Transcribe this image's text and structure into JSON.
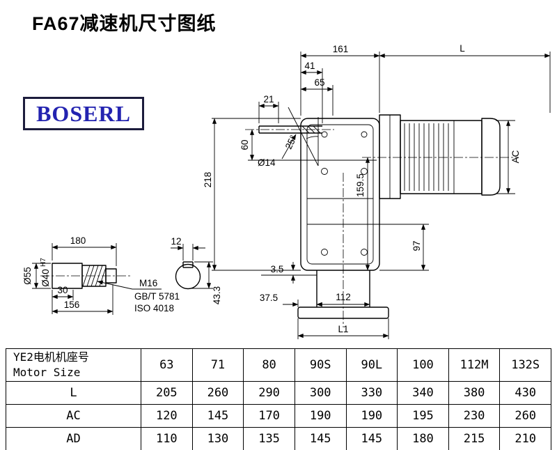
{
  "page": {
    "title": "FA67减速机尺寸图纸",
    "logo": "BOSERL"
  },
  "drawing": {
    "dims": {
      "d161": "161",
      "dL": "L",
      "d41": "41",
      "d65": "65",
      "d21": "21",
      "d60": "60",
      "d218": "218",
      "dia14": "Ø14",
      "ang25": "25°",
      "d159_5": "159.5",
      "dAC": "AC",
      "d97": "97",
      "d3_5": "3.5",
      "d37_5": "37.5",
      "d112": "112",
      "dL1": "L1"
    },
    "shaft": {
      "d180": "180",
      "d12": "12",
      "dia55": "Ø55",
      "dia40": "Ø40",
      "h7": "H7",
      "d30": "30",
      "d156": "156",
      "m16": "M16",
      "gb": "GB/T 5781",
      "iso": "ISO 4018",
      "d43_3": "43.3"
    }
  },
  "table": {
    "header_cn": "YE2电机机座号",
    "header_en": "Motor Size",
    "sizes": [
      "63",
      "71",
      "80",
      "90S",
      "90L",
      "100",
      "112M",
      "132S"
    ],
    "rows": [
      {
        "label": "L",
        "values": [
          "205",
          "260",
          "290",
          "300",
          "330",
          "340",
          "380",
          "430"
        ]
      },
      {
        "label": "AC",
        "values": [
          "120",
          "145",
          "170",
          "190",
          "190",
          "195",
          "230",
          "260"
        ]
      },
      {
        "label": "AD",
        "values": [
          "110",
          "130",
          "135",
          "145",
          "145",
          "180",
          "215",
          "210"
        ]
      }
    ]
  }
}
